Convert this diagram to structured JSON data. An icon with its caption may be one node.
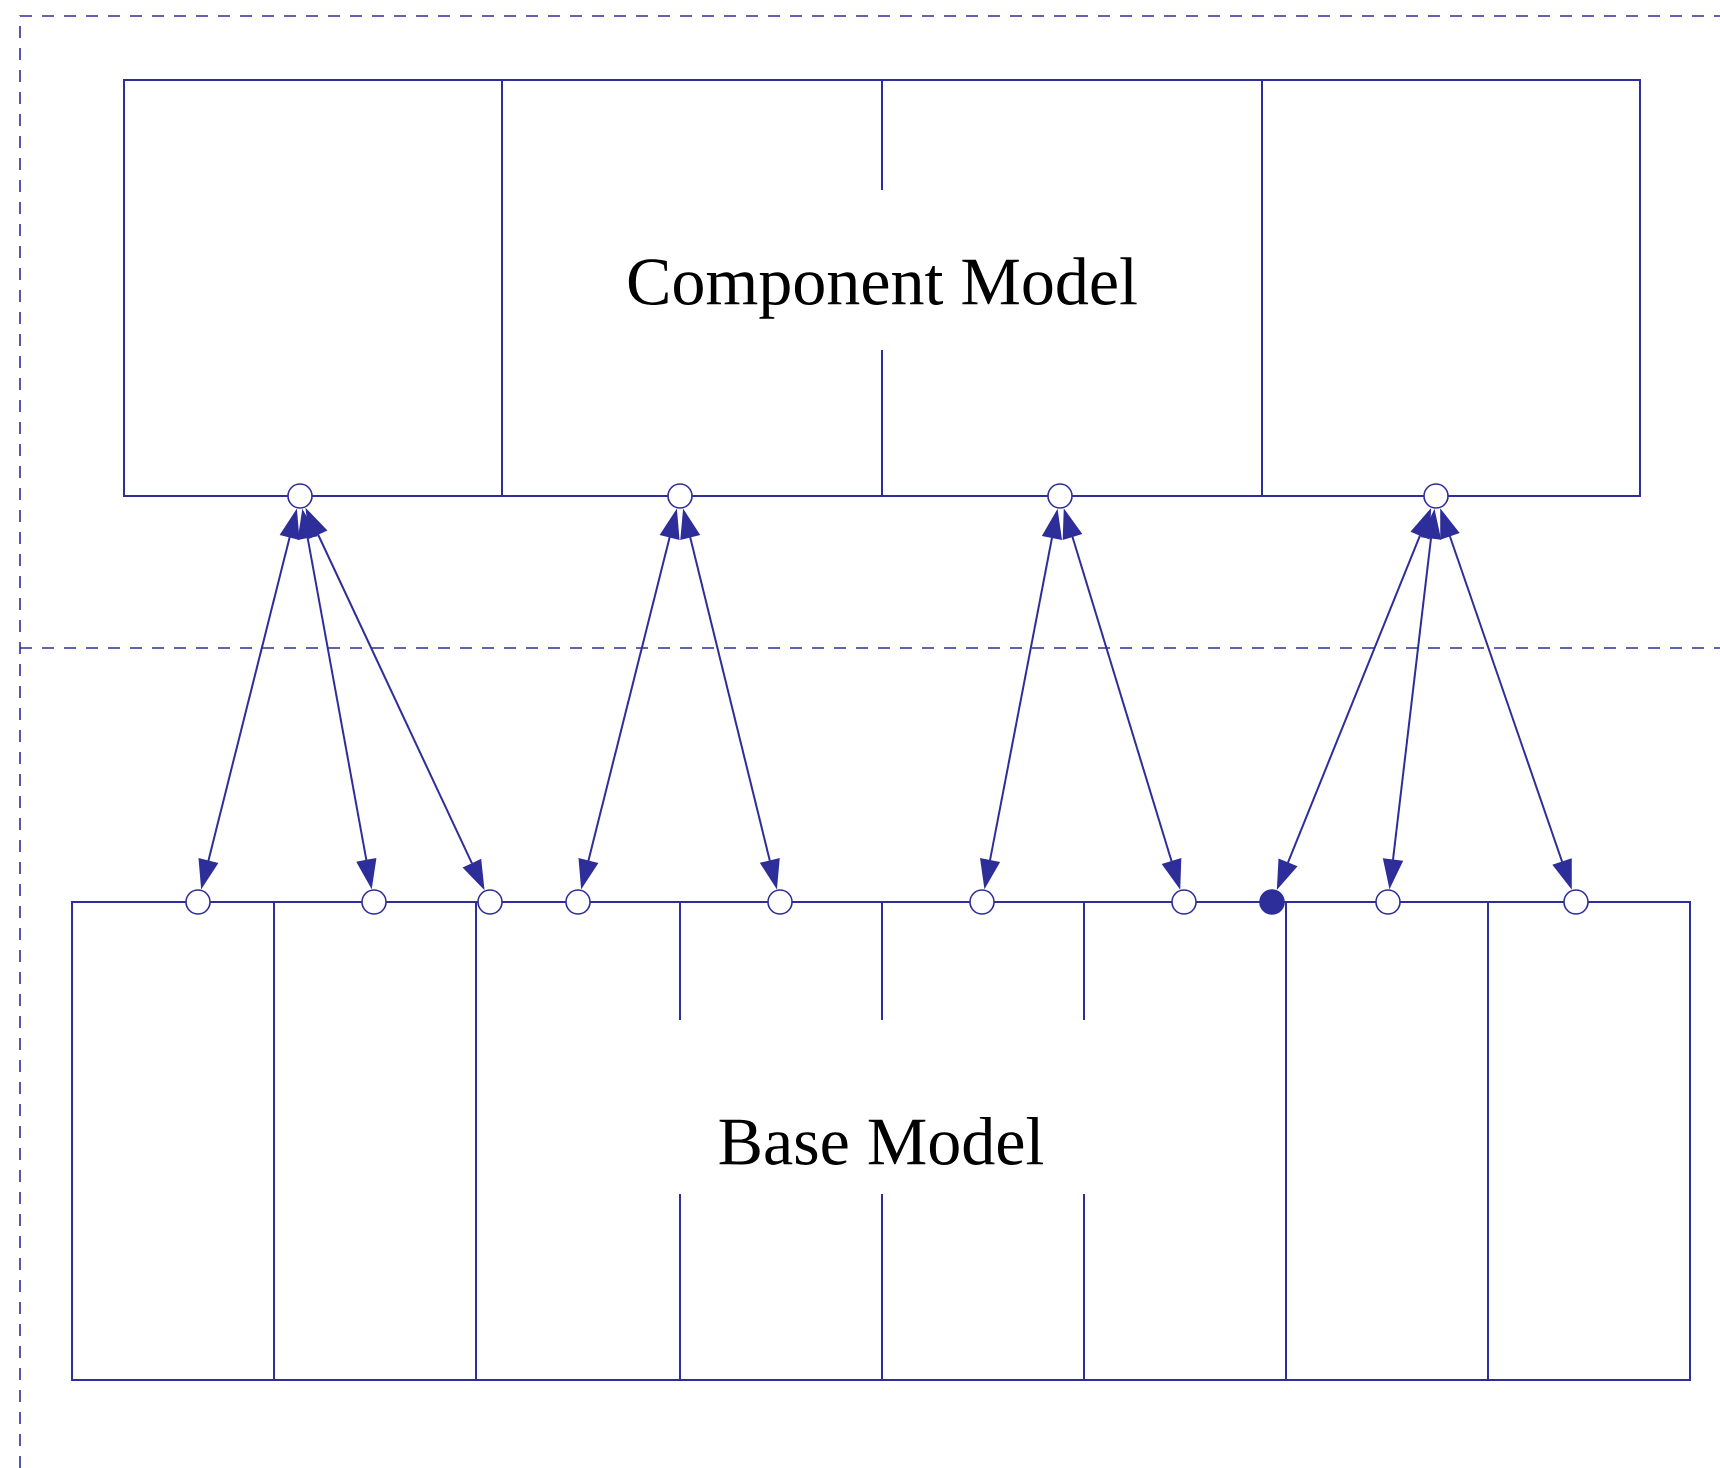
{
  "diagram": {
    "nodes": [
      {
        "text": [
          "Component Model"
        ]
      },
      {
        "text": [
          "Base Model"
        ]
      },
      {
        "text": [],
        "shape": "circle"
      },
      {
        "text": [],
        "shape": "circle"
      },
      {
        "text": [],
        "shape": "circle"
      },
      {
        "text": [],
        "shape": "circle"
      },
      {
        "text": [],
        "shape": "circle"
      },
      {
        "text": [],
        "shape": "circle"
      },
      {
        "text": [],
        "shape": "circle"
      },
      {
        "text": [],
        "shape": "circle"
      },
      {
        "text": [],
        "shape": "circle"
      },
      {
        "text": [],
        "shape": "circle"
      },
      {
        "text": [],
        "shape": "circle"
      },
      {
        "text": [],
        "shape": "dot"
      },
      {
        "text": [],
        "shape": "circle"
      },
      {
        "text": [],
        "shape": "circle"
      }
    ],
    "edges": [
      {
        "from": 2,
        "to": 6,
        "arrow": "both"
      },
      {
        "from": 2,
        "to": 7,
        "arrow": "both"
      },
      {
        "from": 2,
        "to": 8,
        "arrow": "both"
      },
      {
        "from": 3,
        "to": 9,
        "arrow": "both"
      },
      {
        "from": 3,
        "to": 10,
        "arrow": "both"
      },
      {
        "from": 4,
        "to": 11,
        "arrow": "both"
      },
      {
        "from": 4,
        "to": 12,
        "arrow": "both"
      },
      {
        "from": 5,
        "to": 13,
        "arrow": "both"
      },
      {
        "from": 5,
        "to": 14,
        "arrow": "both"
      },
      {
        "from": 5,
        "to": 15,
        "arrow": "both"
      }
    ]
  }
}
